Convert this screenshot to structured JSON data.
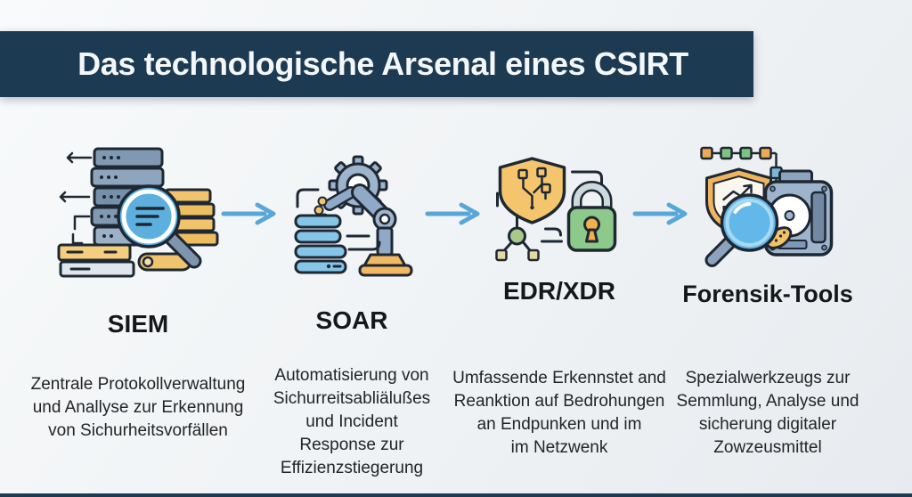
{
  "header": {
    "title": "Das technologische Arsenal eines CSIRT"
  },
  "columns": [
    {
      "title": "SIEM",
      "icon": "siem-server-log-magnifier-icon",
      "description": "Zentrale Protokollverwaltung\nund Anallyse zur Erkennung\nvon Sichurheitsvorfällen"
    },
    {
      "title": "SOAR",
      "icon": "soar-robot-arm-gear-icon",
      "description": "Automatisierung von\nSichurreitsabliälußes\nund Incident\nResponse zur\nEffizienzstiegerung"
    },
    {
      "title": "EDR/XDR",
      "icon": "edr-shield-padlock-network-icon",
      "description": "Umfassende Erkennstet and\nReanktion auf Bedrohungen\nan Endpunken und im\nim Netzwenk"
    },
    {
      "title": "Forensik-Tools",
      "icon": "forensik-magnifier-harddrive-shield-icon",
      "description": "Spezialwerkzeugs zur\nSemmlung, Analyse und\nsicherung digitaler\nZowzeusmittel"
    }
  ],
  "flow": {
    "arrow_icon": "arrow-right-icon",
    "arrow_count": 3
  },
  "colors": {
    "banner_bg": "#1c3a52",
    "banner_text": "#f4f7f9",
    "arrow": "#58a7d6",
    "title_text": "#15171a",
    "body_text": "#222528",
    "icon_outline": "#1e2833",
    "icon_yellow": "#f2c36d",
    "icon_blue_gray": "#8fa9c6",
    "icon_light_blue": "#62b8e8",
    "icon_green": "#8cc98a",
    "icon_orange": "#f0a954",
    "background_top": "#f8fafb",
    "background_bottom": "#e7ebef"
  }
}
